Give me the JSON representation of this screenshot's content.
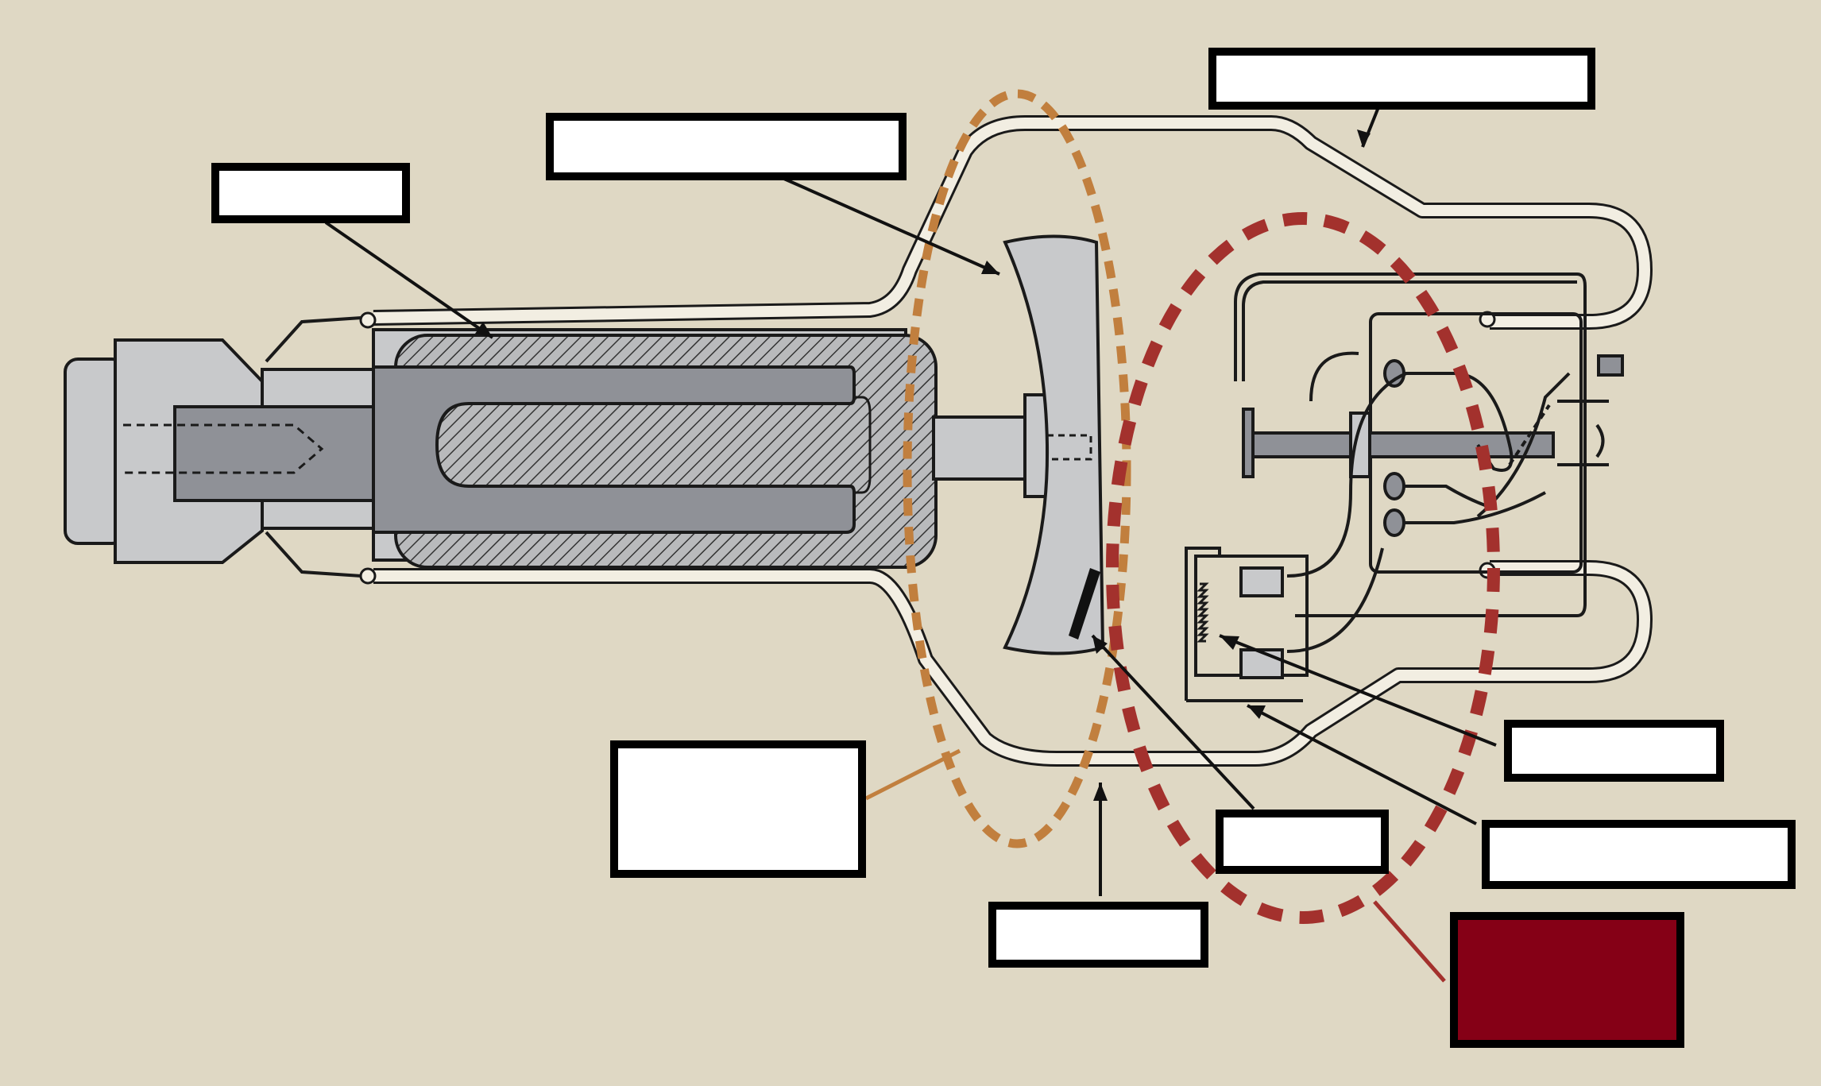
{
  "diagram": {
    "subject": "x-ray-tube-cross-section",
    "colors": {
      "background": "#dfd8c4",
      "envelope": "#f2eee2",
      "metal_dark": "#8f9197",
      "metal_light": "#c8c9cb",
      "outline": "#1a1a1a",
      "anode_group": "#c17f3e",
      "cathode_group": "#a3312d",
      "answer_box_filled": "#850016",
      "label_box": "#ffffff"
    },
    "labels": [
      {
        "id": "label-rotor-windings",
        "text": ""
      },
      {
        "id": "label-anode-disc",
        "text": ""
      },
      {
        "id": "label-glass-envelope",
        "text": ""
      },
      {
        "id": "label-anode-group",
        "text": ""
      },
      {
        "id": "label-window",
        "text": ""
      },
      {
        "id": "label-target",
        "text": ""
      },
      {
        "id": "label-filament",
        "text": ""
      },
      {
        "id": "label-focusing-cup",
        "text": ""
      },
      {
        "id": "label-cathode-group",
        "text": ""
      }
    ]
  }
}
